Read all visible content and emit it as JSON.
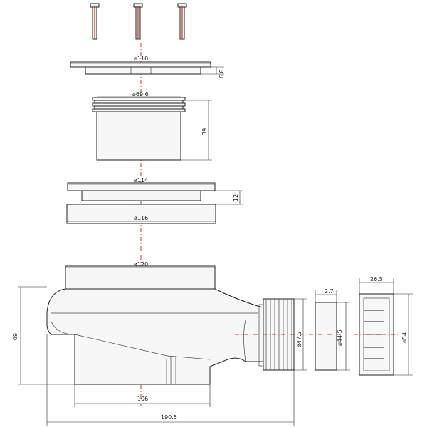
{
  "colors": {
    "outline": "#222222",
    "centerline": "#c23a2e",
    "fill": "#f7f7f7"
  },
  "labels": {
    "screw_plate_diameter": "ø110",
    "screw_plate_height": "6.8",
    "cylinder_diameter": "ø69.6",
    "cylinder_height": "39",
    "cover_top_diameter": "ø114",
    "cover_height": "12",
    "cover_bottom_diameter": "ø116",
    "trap_top_diameter": "ø120",
    "trap_height": "60",
    "trap_bottom_width": "106",
    "trap_total_length": "190.5",
    "outlet_diameter": "ø47.2",
    "ring_thickness": "2.7",
    "ring_diameter": "ø44.5",
    "cap_depth": "26.5",
    "cap_diameter": "ø54"
  }
}
